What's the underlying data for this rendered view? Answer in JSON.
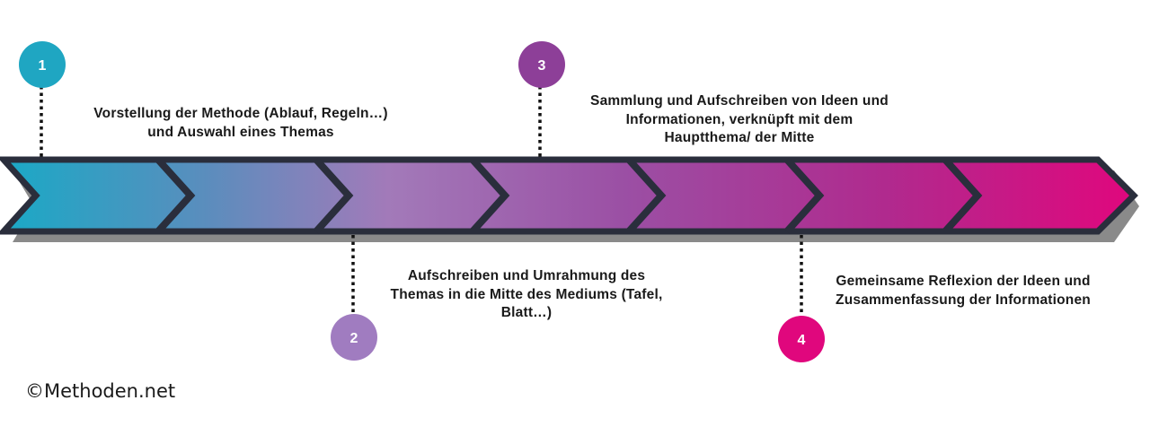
{
  "steps": [
    {
      "number": "1",
      "text": "Vorstellung der Methode (Ablauf, Regeln…)\nund Auswahl eines Themas",
      "color": "#1fa6c2"
    },
    {
      "number": "2",
      "text": "Aufschreiben und Umrahmung des\nThemas in die Mitte des Mediums (Tafel,\nBlatt…)",
      "color": "#a07cc0"
    },
    {
      "number": "3",
      "text": "Sammlung und Aufschreiben von Ideen und\nInformationen, verknüpft mit dem\nHauptthema/ der Mitte",
      "color": "#8d3f98"
    },
    {
      "number": "4",
      "text": "Gemeinsame Reflexion der Ideen und\nZusammenfassung der Informationen",
      "color": "#e0077d"
    }
  ],
  "arrow_gradient": [
    "#1aa9c6",
    "#5b8dbd",
    "#a27ab9",
    "#9b4fa4",
    "#b02a8e",
    "#e0077d"
  ],
  "copyright": "©Methoden.net"
}
